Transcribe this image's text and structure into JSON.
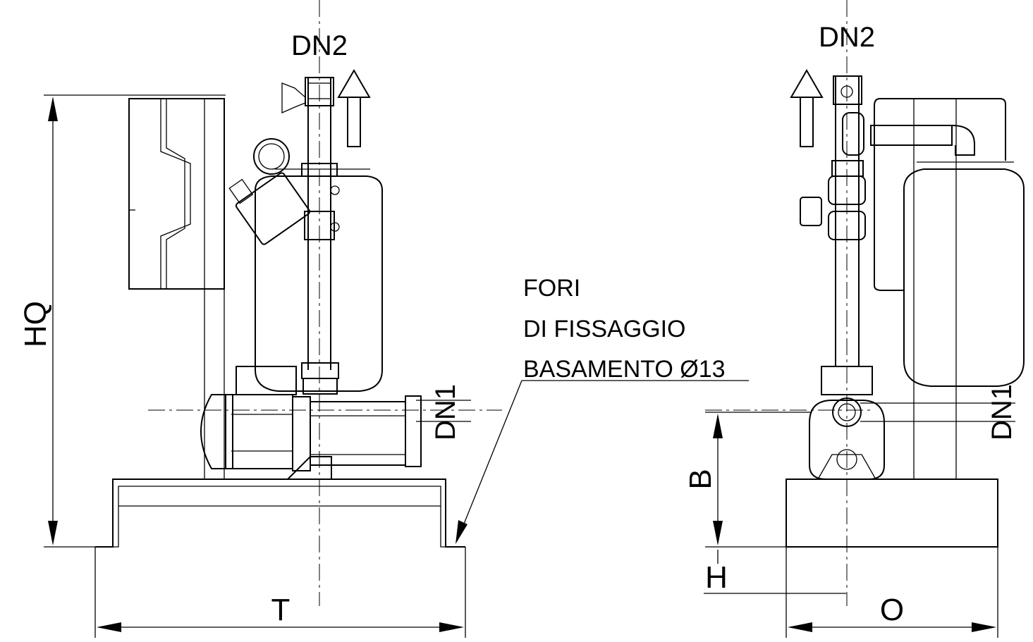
{
  "labels": {
    "dn2_left": "DN2",
    "dn2_right": "DN2",
    "dn1_left": "DN1",
    "dn1_right": "DN1",
    "hq": "HQ",
    "t": "T",
    "b": "B",
    "h": "H",
    "o": "O",
    "note_line1": "FORI",
    "note_line2": "DI FISSAGGIO",
    "note_line3": "BASAMENTO Ø13"
  }
}
